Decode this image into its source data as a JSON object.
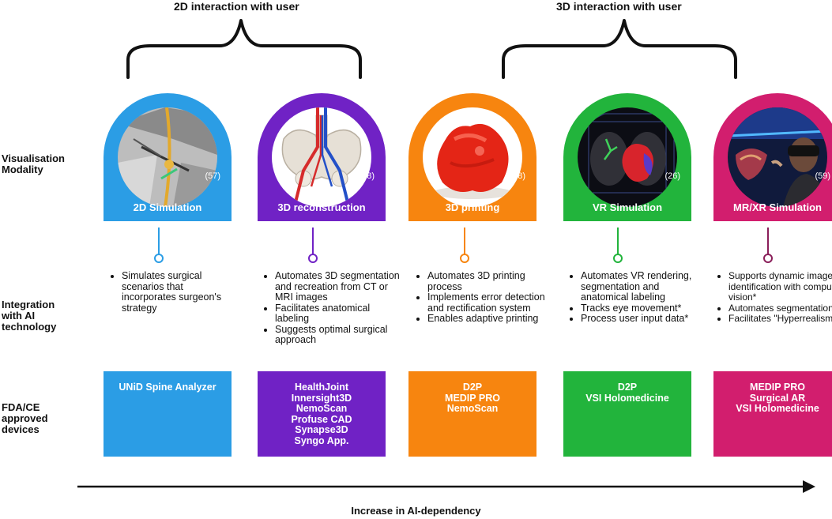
{
  "headers": {
    "left": "2D interaction with user",
    "right": "3D interaction with user"
  },
  "row_labels": {
    "visualisation": [
      "Visualisation",
      "Modality"
    ],
    "integration": [
      "Integration",
      "with AI",
      "technology"
    ],
    "devices": [
      "FDA/CE",
      "approved",
      "devices"
    ]
  },
  "colors": {
    "blue": "#2b9de5",
    "purple": "#7022c5",
    "orange": "#f7850f",
    "green": "#22b43c",
    "magenta": "#d21e6e"
  },
  "modalities": [
    {
      "name": "2D Simulation",
      "count": "(57)",
      "image_icon": "2d-simulation-image-icon",
      "ai_features": [
        "Simulates surgical scenarios that incorporates surgeon's strategy"
      ],
      "devices": [
        "UNiD Spine Analyzer"
      ]
    },
    {
      "name": "3D reconstruction",
      "count": "(18)",
      "image_icon": "3d-reconstruction-image-icon",
      "ai_features": [
        "Automates 3D segmentation and recreation from CT or MRI images",
        "Facilitates anatomical labeling",
        "Suggests optimal surgical approach"
      ],
      "devices": [
        "HealthJoint",
        "Innersight3D",
        "NemoScan",
        "Profuse CAD",
        "Synapse3D",
        "Syngo App."
      ]
    },
    {
      "name": "3D printing",
      "count": "(58)",
      "image_icon": "3d-printing-image-icon",
      "ai_features": [
        "Automates 3D printing process",
        "Implements error detection and rectification system",
        "Enables adaptive printing"
      ],
      "devices": [
        "D2P",
        "MEDIP PRO",
        "NemoScan"
      ]
    },
    {
      "name": "VR Simulation",
      "count": "(26)",
      "image_icon": "vr-simulation-image-icon",
      "ai_features": [
        "Automates VR rendering, segmentation and anatomical labeling",
        "Tracks eye movement*",
        "Process user input data*"
      ],
      "devices": [
        "D2P",
        "VSI Holomedicine"
      ]
    },
    {
      "name": "MR/XR Simulation",
      "count": "(59)",
      "image_icon": "mr-xr-simulation-image-icon",
      "ai_features": [
        "Supports dynamic image identification with computer vision*",
        "Automates segmentation",
        "Facilitates \"Hyperrealism\"*"
      ],
      "devices": [
        "MEDIP PRO",
        "Surgical AR",
        "VSI Holomedicine"
      ]
    }
  ],
  "axis_label": "Increase in AI-dependency"
}
